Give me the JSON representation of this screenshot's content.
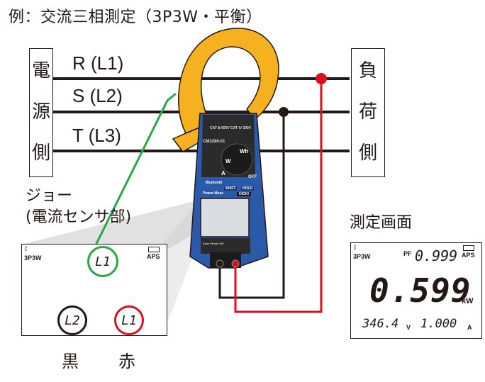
{
  "title": "例：交流三相測定（3P3W・平衡）",
  "source_box": {
    "chars": [
      "電",
      "源",
      "側"
    ]
  },
  "load_box": {
    "chars": [
      "負",
      "荷",
      "側"
    ]
  },
  "lines": [
    {
      "label": "R (L1)"
    },
    {
      "label": "S (L2)"
    },
    {
      "label": "T (L3)"
    }
  ],
  "jaw_label": "ジョー\n(電流センサ部)",
  "screen_label": "測定画面",
  "meter": {
    "model": "CM3286-01",
    "brand": "HIOKI",
    "cat": "CAT Ⅲ 600V  CAT Ⅳ 300V",
    "dial": {
      "wh": "Wh",
      "w": "W",
      "a": "A",
      "off": "OFF"
    },
    "bluetooth": "Bluetooth",
    "buttons": [
      "SHIFT",
      "HOLD",
      "Power Meas",
      "Auto Power Off"
    ]
  },
  "jaw_lcd": {
    "mode": "3P3W",
    "aps": "APS",
    "sensor_label": "L1",
    "probe_black": "L2",
    "probe_red": "L1"
  },
  "probe_captions": {
    "black": "黒",
    "red": "赤"
  },
  "measure_lcd": {
    "mode": "3P3W",
    "aps": "APS",
    "pf_label": "PF",
    "pf_value": "0.999",
    "main_value": "0.599",
    "main_unit": "kW",
    "voltage_value": "346.4",
    "voltage_unit": "V",
    "current_value": "1.000",
    "current_unit": "A"
  },
  "colors": {
    "line": "#231815",
    "green": "#27a844",
    "red": "#d7121e",
    "clamp_yellow": "#f5b11f",
    "meter_blue": "#2a5aa8",
    "meter_black": "#2b2b2b"
  }
}
